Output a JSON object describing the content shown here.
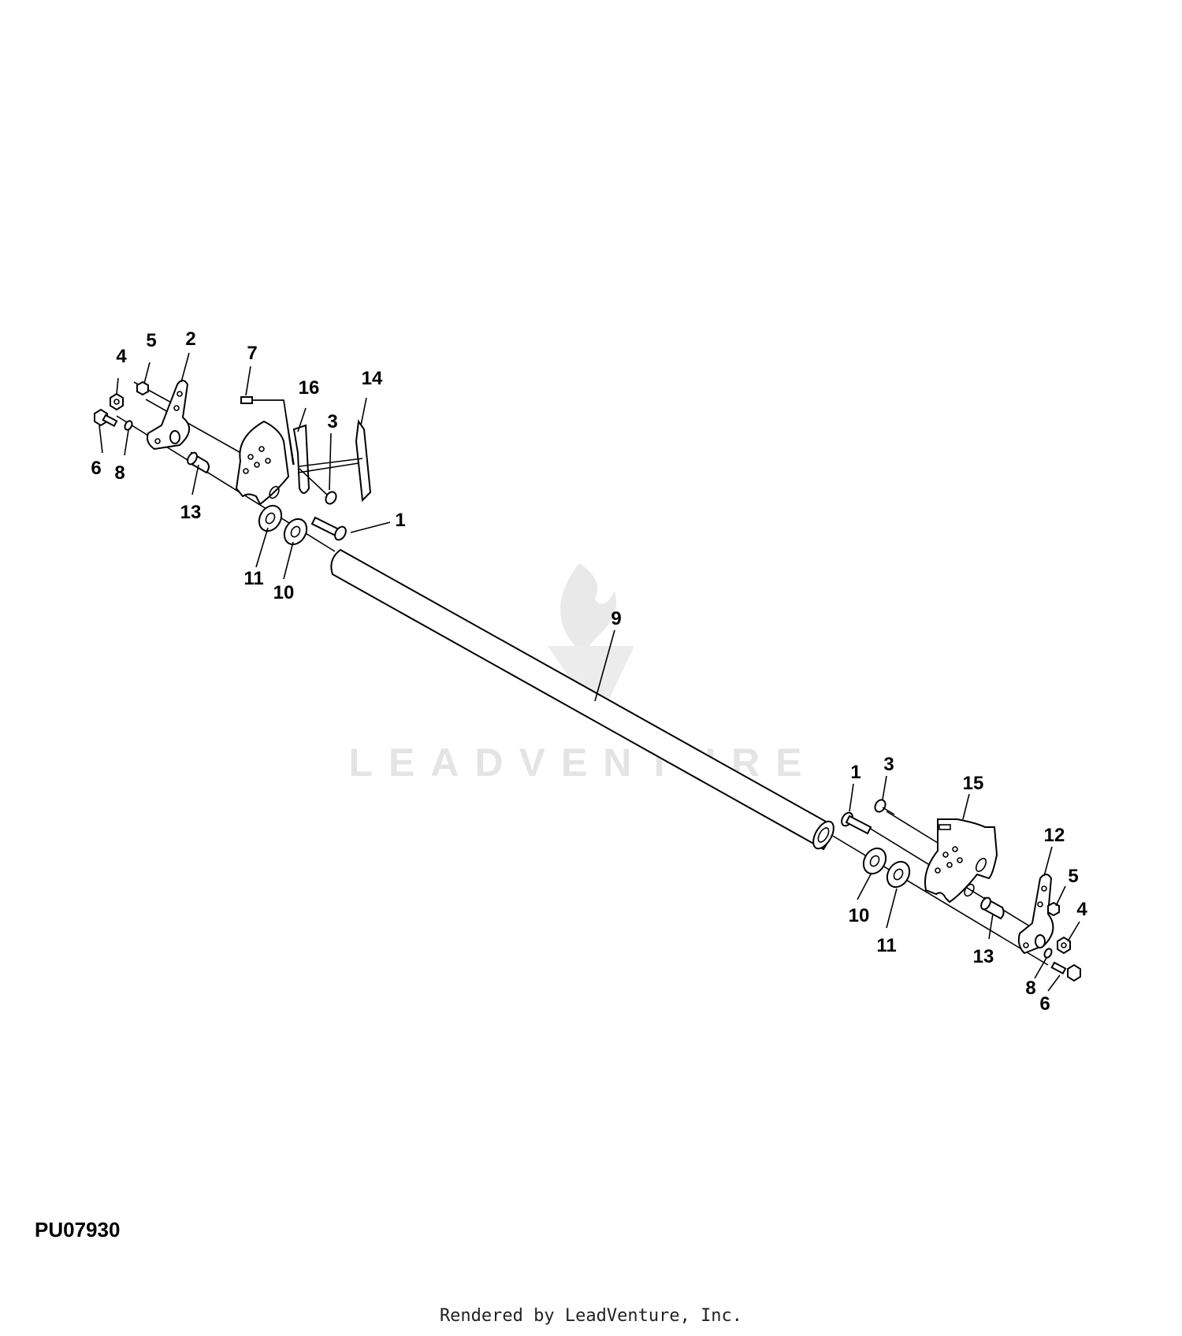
{
  "diagram_id": "PU07930",
  "credit": "Rendered by LeadVenture, Inc.",
  "watermark": "LEADVENTURE",
  "callouts": {
    "left_4": "4",
    "left_5": "5",
    "left_2": "2",
    "left_7": "7",
    "left_16": "16",
    "left_14": "14",
    "left_3": "3",
    "left_6": "6",
    "left_8": "8",
    "left_13": "13",
    "left_1": "1",
    "left_11": "11",
    "left_10": "10",
    "shaft_9": "9",
    "right_1": "1",
    "right_3": "3",
    "right_15": "15",
    "right_12": "12",
    "right_5": "5",
    "right_4": "4",
    "right_10": "10",
    "right_11": "11",
    "right_13": "13",
    "right_8": "8",
    "right_6": "6"
  }
}
